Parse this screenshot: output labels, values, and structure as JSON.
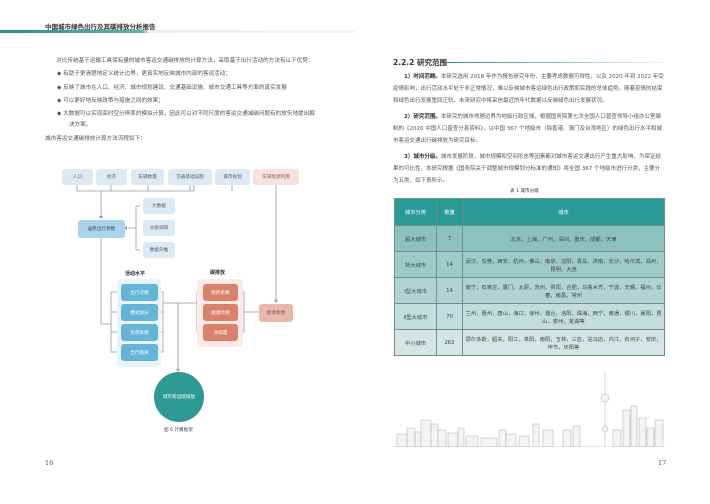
{
  "header": {
    "title": "中国城市绿色出行及其碳排放分析报告"
  },
  "left": {
    "intro": "对比传统基于运输工具保有量的城市客运交通碳排放的计算方法，采取基于出行活动的方法有以下优势：",
    "bullets": [
      "有助于更清楚地定义统计边界，更真实地反映城市内部的客运活动；",
      "反映了城市在人口、经济、城市规划建设、交通基础设施、城市交通工具等方面的真实发展",
      "可以更好地反映政策与措施之间的效果；",
      "大数据可以实现高时空分辨率的模拟计算，因此可以对不同尺度的客运交通减碳问题有的放矢地提出解决方案。"
    ],
    "flow_intro": "城市客运交通碳排放计算方法流程如下：",
    "flow": {
      "inputs": [
        "人口",
        "经济",
        "车辆数量",
        "交通基础设施",
        "城市规划"
      ],
      "energy_use": "车辆能源利用",
      "sources": [
        "大数据",
        "文献调研",
        "数据外推"
      ],
      "resident": "居民出行参数",
      "activity_label": "活动水平",
      "activity": [
        "出行次数",
        "模式划分",
        "负荷系数",
        "出行距离"
      ],
      "emission_label": "碳排放",
      "emission": [
        "能耗系数",
        "能源比例",
        "含碳量"
      ],
      "energy_param": "能源参数",
      "result": "城市客运碳排放",
      "caption": "图 6 计算框架"
    },
    "page_number": "16"
  },
  "right": {
    "section": "2.2.2 研究范围",
    "paras": [
      {
        "lead": "1）时间范畴。",
        "text": "本研究选用 2018 年作为报告研究年份，主要考虑数据可得性，以及 2020 年到 2022 年受疫情影响，出行活动水平处于非正常情况，难以反映城市客运绿色出行政策和实践的总体趋势。随着疫情的结束和绿色出行发展重回正轨，未来研究中将采信最近的年代数据以反映绿色出行发展状况。"
      },
      {
        "lead": "2）研究范围。",
        "text": "本研究的城市地理边界为地级行政区域，根据国务院第七次全国人口普查领导小组办公室编制的《2020 中国人口普查分县资料》，以中国 367 个地级市（除香港、澳门及台湾地区）的绿色出行水平和城市客运交通出行碳排放为研究目标。"
      },
      {
        "lead": "3）城市分级。",
        "text": "城市发展阶段，城市规模和空间形态等因素都对城市客运交通出行产生重大影响。为保证结果的可比性，本研究根据《国务院关于调整城市规模划分标准的通知》将全国 367 个地级市进行分类，主要分为五类，如下表所示。"
      }
    ],
    "table_caption": "表 1 城市分级",
    "table": {
      "headers": [
        "城市分类",
        "数量",
        "城市"
      ],
      "rows": [
        [
          "超大城市",
          "7",
          "北京，上海，广州，深圳，重庆，成都，天津"
        ],
        [
          "特大城市",
          "14",
          "武汉，东莞，西安，杭州，佛山，南京，沈阳，青岛，济南，长沙，哈尔滨，郑州，昆明，大连"
        ],
        [
          "Ⅰ型大城市",
          "14",
          "南宁，石家庄，厦门，太原，苏州，贵阳，合肥，乌鲁木齐，宁波，无锡，福州，长春，南昌，常州"
        ],
        [
          "Ⅱ型大城市",
          "70",
          "兰州，惠州，唐山，海口，徐州，烟台，洛阳，珠海，西宁，南通，银川，襄阳，昆山，泉州，芜湖等"
        ],
        [
          "中小城市",
          "262",
          "鄂尔多斯，韶关，阳江，阜阳，南阳，玉林，三亚，驻马店，内江，石河子，安庆，毕节，庆阳等"
        ]
      ]
    },
    "page_number": "17"
  }
}
